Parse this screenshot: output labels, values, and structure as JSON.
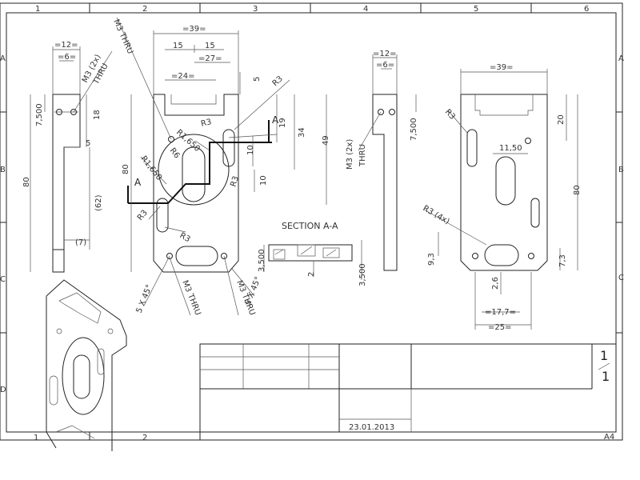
{
  "frame": {
    "col_labels_top": [
      "1",
      "2",
      "3",
      "4",
      "5",
      "6"
    ],
    "col_labels_bottom": [
      "1",
      "2"
    ],
    "row_labels_left": [
      "A",
      "B",
      "C",
      "D"
    ],
    "row_labels_right": [
      "A",
      "B",
      "C"
    ],
    "sheet_size": "A4"
  },
  "side_view": {
    "dims": [
      "=12=",
      "=6=",
      "M3 (2x)",
      "THRU",
      "7,500",
      "18",
      "5",
      "80",
      "(62)",
      "(7)"
    ]
  },
  "front_view": {
    "dims": [
      "=39=",
      "15",
      "15",
      "=27=",
      "=24=",
      "5",
      "R3",
      "19",
      "34",
      "49",
      "80",
      "10",
      "10",
      "R3",
      "R3",
      "R3",
      "R3",
      "R1,650",
      "R1,650",
      "R6",
      "A",
      "A",
      "5 X 45°",
      "5 X 45°",
      "M3 THRU",
      "M3 THRU",
      "M3 THRU"
    ]
  },
  "section": {
    "title": "SECTION A-A",
    "dims": [
      "3,500",
      "3,500",
      "2"
    ]
  },
  "right_side_view": {
    "dims": [
      "=12=",
      "=6=",
      "M3 (2x)",
      "THRU",
      "7,500"
    ]
  },
  "back_view": {
    "dims": [
      "=39=",
      "R3",
      "20",
      "11,50",
      "80",
      "R3 (4x)",
      "9,3",
      "7,3",
      "2,6",
      "=17,7=",
      "=25="
    ]
  },
  "title_block": {
    "date": "23.01.2013",
    "sheet_num": "1",
    "sheet_den": "1"
  }
}
